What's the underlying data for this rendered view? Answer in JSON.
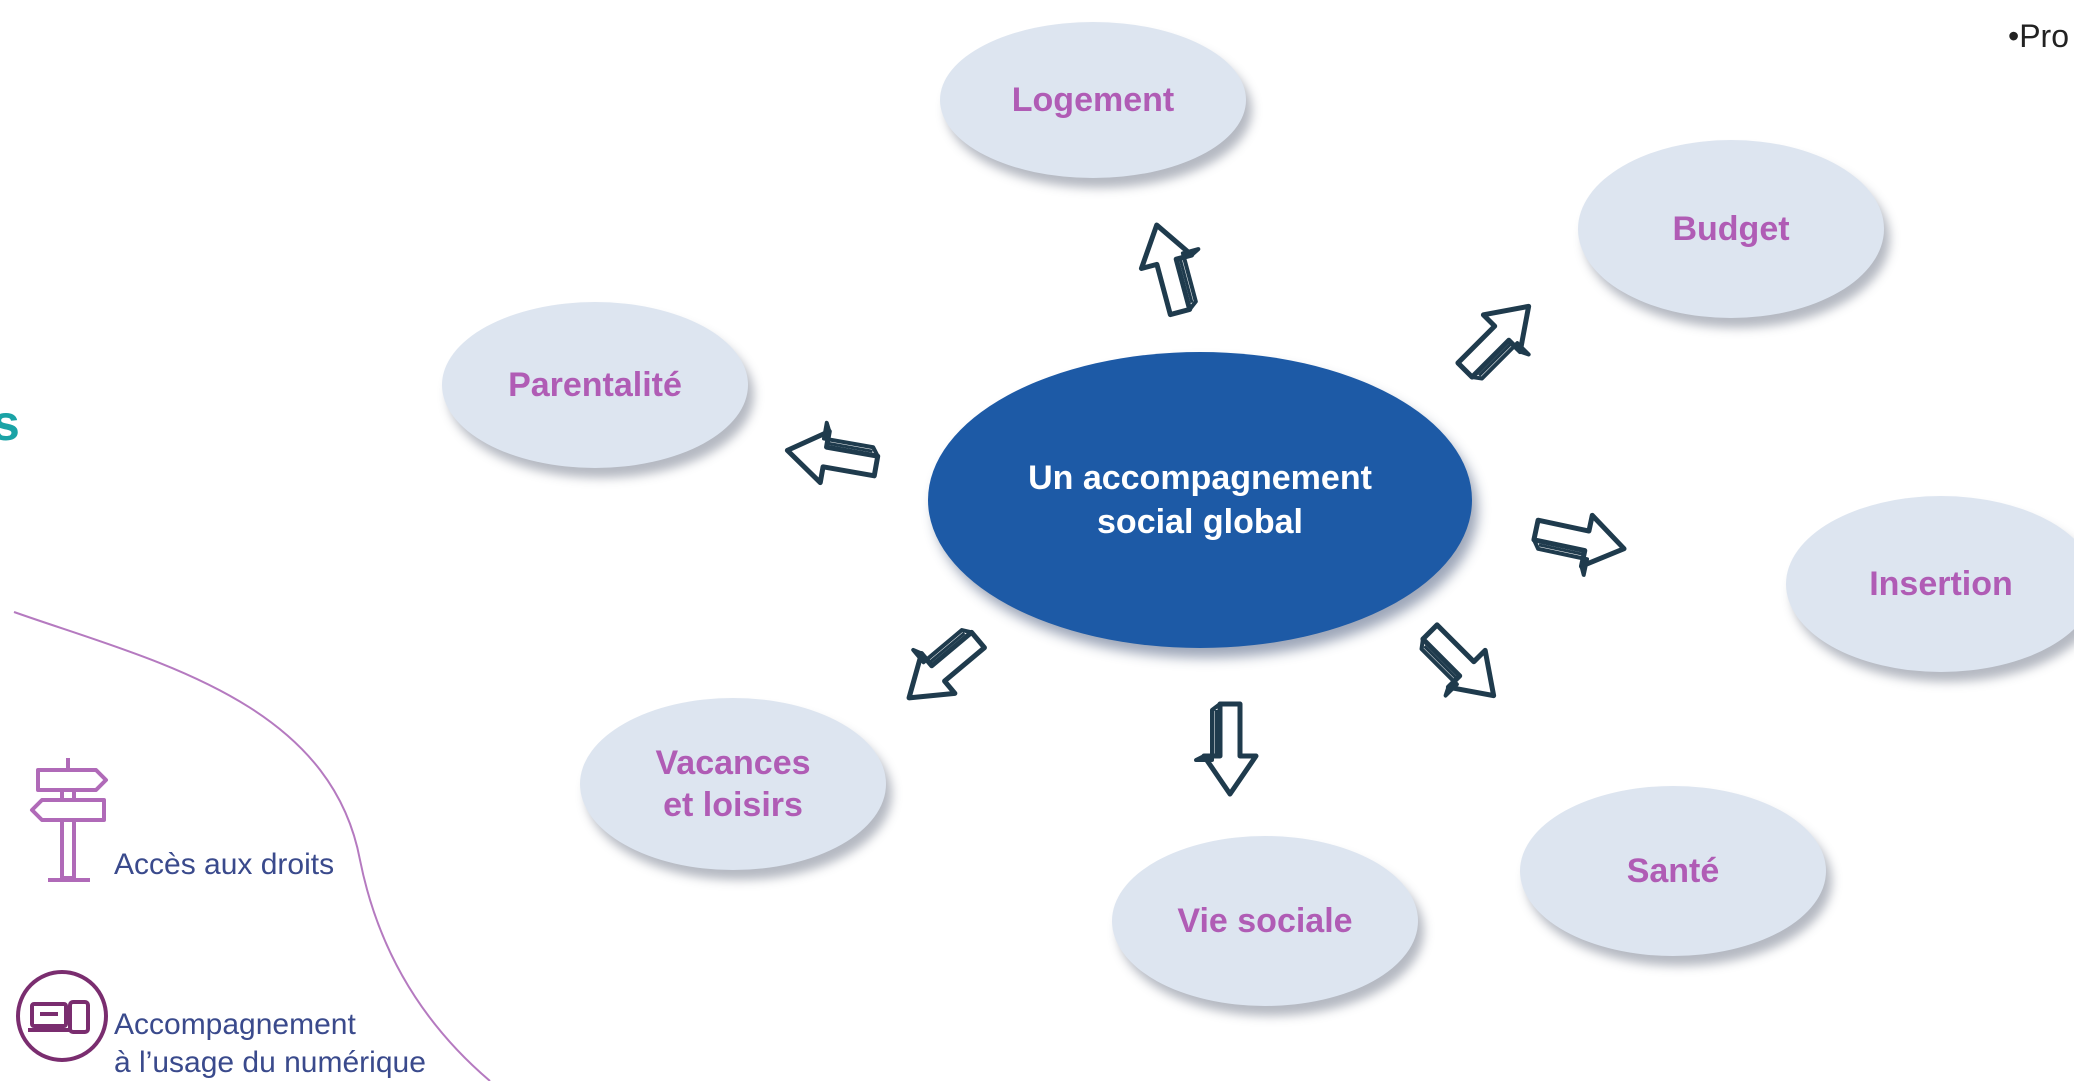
{
  "top_note": "•Pro",
  "edge_glyph": "s",
  "center": {
    "label": "Un accompagnement\nsocial global"
  },
  "nodes": [
    {
      "id": "logement",
      "label": "Logement"
    },
    {
      "id": "budget",
      "label": "Budget"
    },
    {
      "id": "parentalite",
      "label": "Parentalité"
    },
    {
      "id": "insertion",
      "label": "Insertion"
    },
    {
      "id": "vacances",
      "label": "Vacances\net loisirs"
    },
    {
      "id": "vie-sociale",
      "label": "Vie sociale"
    },
    {
      "id": "sante",
      "label": "Santé"
    }
  ],
  "legend": {
    "acces_droits": "Accès aux droits",
    "numerique": "Accompagnement\nà l’usage du numérique"
  },
  "colors": {
    "center_fill": "#1d5aa6",
    "node_fill": "#dde5f0",
    "node_text": "#b05cb5",
    "legend_text": "#3a4a8c",
    "signpost_icon": "#b06ab8",
    "device_icon": "#7a2d6f",
    "curve": "#b57ac0"
  },
  "icons": [
    "signpost-icon",
    "devices-icon",
    "arrow-icon"
  ]
}
